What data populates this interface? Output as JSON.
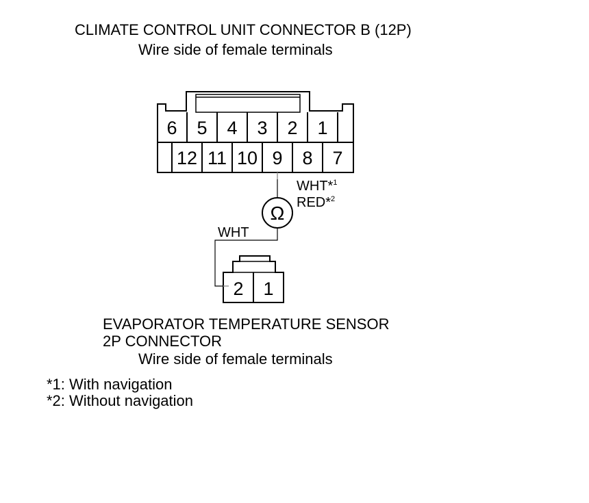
{
  "top_connector": {
    "title": "CLIMATE CONTROL UNIT CONNECTOR B (12P)",
    "subtitle": "Wire side of female terminals",
    "row1_pins": [
      "6",
      "5",
      "4",
      "3",
      "2",
      "1"
    ],
    "row2_pins": [
      "12",
      "11",
      "10",
      "9",
      "8",
      "7"
    ]
  },
  "wire_labels": {
    "upper_line1": "WHT*",
    "upper_note1": "1",
    "upper_line2": "RED*",
    "upper_note2": "2",
    "lower": "WHT"
  },
  "meter_symbol": "Ω",
  "bottom_connector": {
    "pins": [
      "2",
      "1"
    ],
    "title_line1": "EVAPORATOR TEMPERATURE SENSOR",
    "title_line2": "2P CONNECTOR",
    "subtitle": "Wire side of female terminals"
  },
  "footnotes": [
    "*1: With navigation",
    "*2: Without navigation"
  ]
}
